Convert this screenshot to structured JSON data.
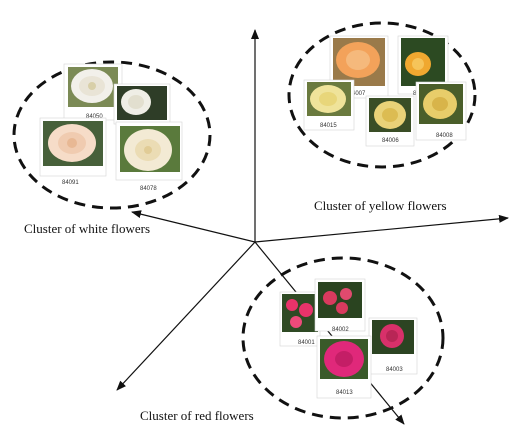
{
  "clusters": {
    "white": {
      "label": "Cluster of white flowers",
      "items": [
        {
          "id": "84050",
          "color": "#f2f0ea"
        },
        {
          "id": "",
          "color": "#efeee6"
        },
        {
          "id": "84091",
          "color": "#f6dcc8"
        },
        {
          "id": "84078",
          "color": "#f3ead4"
        }
      ]
    },
    "yellow": {
      "label": "Cluster of yellow flowers",
      "items": [
        {
          "id": "4007",
          "color": "#f3a25a"
        },
        {
          "id": "8",
          "color": "#f0a830"
        },
        {
          "id": "84015",
          "color": "#efe39a"
        },
        {
          "id": "84006",
          "color": "#e9d278"
        },
        {
          "id": "84008",
          "color": "#e8cd6a"
        }
      ]
    },
    "red": {
      "label": "Cluster of red flowers",
      "items": [
        {
          "id": "84001",
          "color": "#e8336a"
        },
        {
          "id": "84002",
          "color": "#d83a5e"
        },
        {
          "id": "84003",
          "color": "#d8306a"
        },
        {
          "id": "84013",
          "color": "#e0287a"
        }
      ]
    }
  },
  "colors": {
    "axis": "#111111",
    "dashed_outline": "#111111",
    "foliage": "#2f5a2a"
  }
}
